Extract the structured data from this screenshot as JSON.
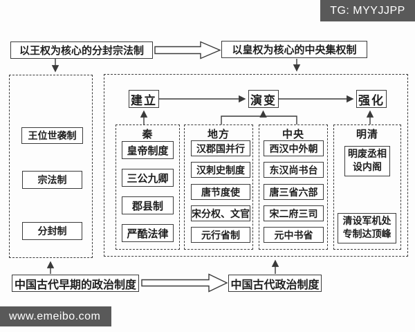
{
  "badge": {
    "label": "TG: MYYJJPP"
  },
  "footer": {
    "label": "www.emeibo.com"
  },
  "top_flow": {
    "left_box": "以王权为核心的分封宗法制",
    "right_box": "以皇权为核心的中央集权制"
  },
  "bottom_flow": {
    "left_box": "中国古代早期的政治制度",
    "right_box": "中国古代政治制度"
  },
  "left_panel": {
    "items": [
      "王位世袭制",
      "宗法制",
      "分封制"
    ]
  },
  "right_panel": {
    "stages": [
      "建立",
      "演变",
      "强化"
    ],
    "columns": [
      {
        "title": "秦",
        "items": [
          "皇帝制度",
          "三公九卿",
          "郡县制",
          "严酷法律"
        ]
      },
      {
        "title": "地方",
        "items": [
          "汉郡国并行",
          "汉刺史制度",
          "唐节度使",
          "宋分权、文官",
          "元行省制"
        ]
      },
      {
        "title": "中央",
        "items": [
          "西汉中外朝",
          "东汉尚书台",
          "唐三省六部",
          "宋二府三司",
          "元中书省"
        ]
      },
      {
        "title": "明清",
        "items": [
          "明废丞相设内阁",
          "清设军机处专制达顶峰"
        ]
      }
    ]
  },
  "colors": {
    "border": "#3a3a3a",
    "box_bg": "#ffffff",
    "badge_bg": "#595959",
    "badge_text": "#ffffff"
  }
}
